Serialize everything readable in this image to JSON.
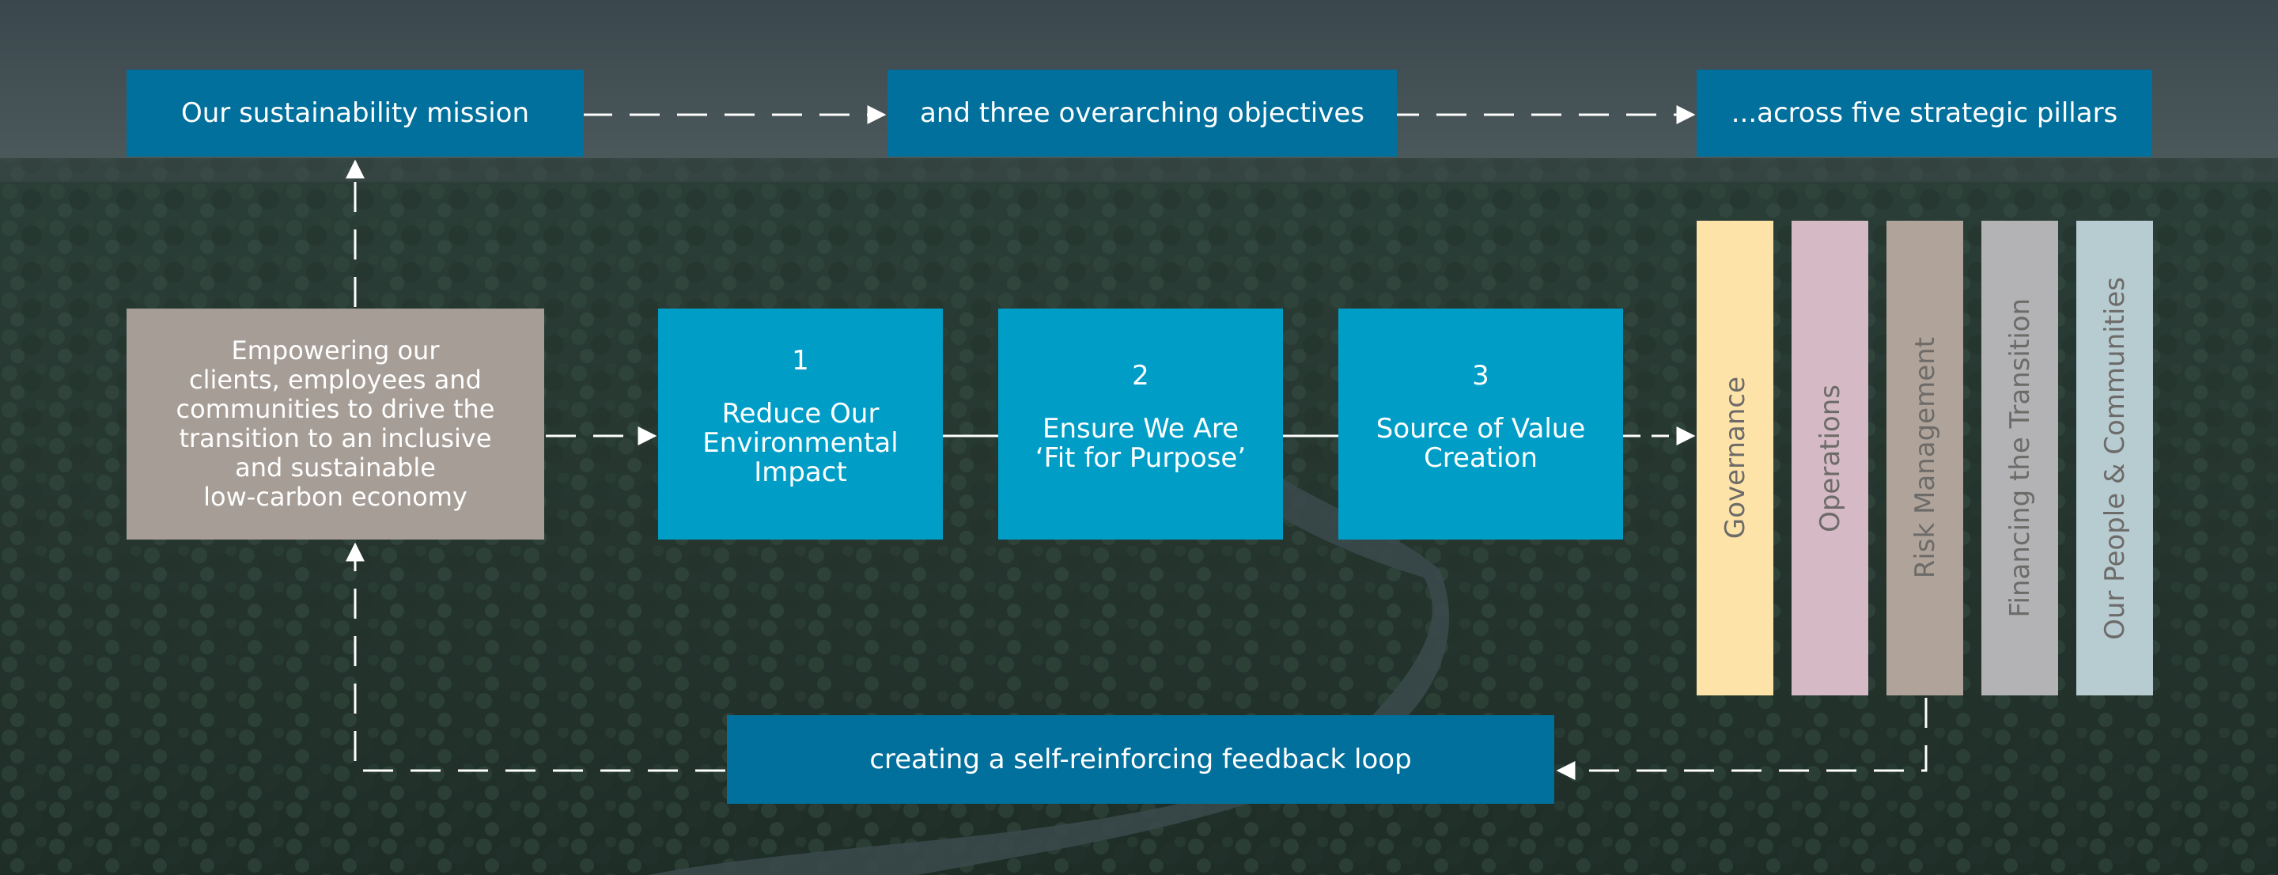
{
  "header": {
    "mission": "Our sustainability mission",
    "objectives": "and three overarching objectives",
    "pillars": "...across five strategic pillars"
  },
  "mission_statement": "Empowering our\nclients, employees and\ncommunities to drive the\ntransition to an inclusive\nand sustainable\nlow-carbon economy",
  "objectives": [
    {
      "number": "1",
      "label": "Reduce Our\nEnvironmental\nImpact"
    },
    {
      "number": "2",
      "label": "Ensure We Are\n‘Fit for Purpose’"
    },
    {
      "number": "3",
      "label": "Source of Value\nCreation"
    }
  ],
  "pillars": [
    {
      "label": "Governance",
      "color": "#fde3a7"
    },
    {
      "label": "Operations",
      "color": "#d5b9c5"
    },
    {
      "label": "Risk Management",
      "color": "#b0a49a"
    },
    {
      "label": "Financing the Transition",
      "color": "#b3b3b5"
    },
    {
      "label": "Our People & Communities",
      "color": "#b7ccd1"
    }
  ],
  "feedback": "creating a self-reinforcing feedback loop",
  "colors": {
    "header_blue": "#01709c",
    "objective_blue": "#009ec7",
    "mission_taupe": "#a69e96"
  }
}
